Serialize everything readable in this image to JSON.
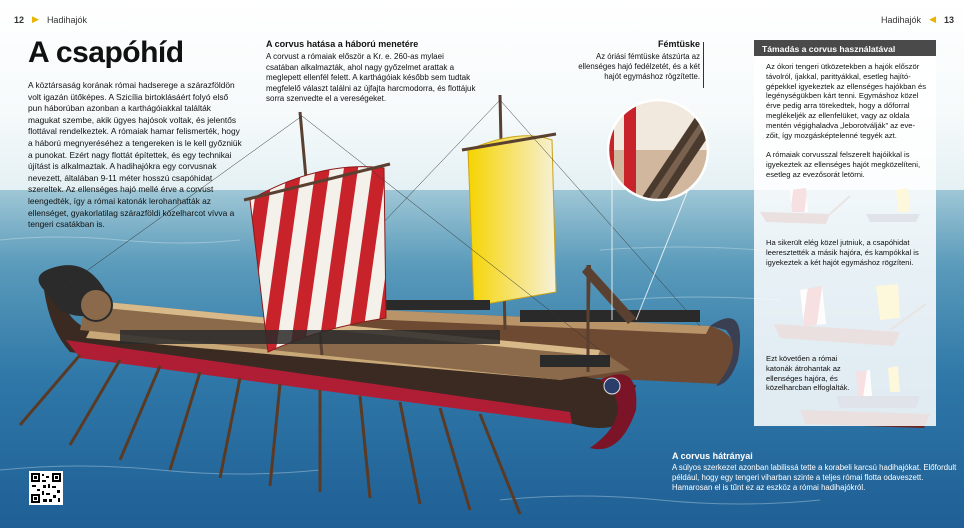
{
  "header": {
    "left_page": "12",
    "left_label": "Hadihajók",
    "right_label": "Hadihajók",
    "right_page": "13"
  },
  "title": "A csapóhíd",
  "intro": "A köztársaság korának római hadserege a szárazföldön volt igazán ütőképes. A Szicília birtoklásáért folyó első pun háborúban azonban a karthágóiakkal találták magukat szembe, akik ügyes hajósok voltak, és jelentős flottával rendelkeztek. A rómaiak hamar felismerték, hogy a háború megnyeréséhez a tengereken is le kell győzniük a punokat. Ezért nagy flottát építettek, és egy technikai újítást is alkalmaztak. A hadihajókra egy corvusnak nevezett, általában 9-11 méter hosszú csapóhidat szereltek. Az ellenséges hajó mellé érve a corvust leengedték, így a római katonák lerohanhatták az ellenséget, gyakorlatilag szárazföldi közelharcot vívva a tengeri csatákban is.",
  "effect": {
    "title": "A corvus hatása a háború menetére",
    "text": "A corvust a rómaiak először a Kr. e. 260-as mylaei csatában alkalmazták, ahol nagy győzelmet arattak a meglepett ellenfél felett. A karthágóiak később sem tudtak megfelelő választ találni az újfajta harcmodorra, és flottájuk sorra szenvedte el a vereségeket."
  },
  "spike": {
    "title": "Fémtüske",
    "text": "Az óriási fémtüske átszúrta az ellenséges hajó fedélzetét, és a két hajót egymáshoz rögzítette."
  },
  "sidebar": {
    "title": "Támadás a corvus használatával",
    "p1": "Az ókori tengeri ütközetekben a hajók először távolról, íjakkal, parittyákkal, esetleg hajító-gépekkel igyekeztek az ellenséges hajókban és legénységükben kárt tenni. Egymáshoz közel érve pedig arra törekedtek, hogy a dőforral meglékeljék az ellenfelüket, vagy az oldala mentén végighaladva „leborotválják” az eve-zőit, így mozgásképtelenné tegyék azt.",
    "p2": "A rómaiak corvusszal felszerelt hajóikkal is igyekeztek az ellenséges hajót megközelíteni, esetleg az evezősorát letörni.",
    "p3": "Ha sikerült elég közel jutniuk, a csapóhidat leeresztették a másik hajóra, és kampókkal is igyekeztek a két hajót egymáshoz rögzíteni.",
    "p4": "Ezt követően a római katonák átrohantak az ellenséges hajóra, és közelharcban elfoglalták."
  },
  "drawbacks": {
    "title": "A corvus hátrányai",
    "text": "A súlyos szerkezet azonban labilissá tette a korabeli karcsú hadihajókat. Előfordult például, hogy egy tengeri viharban szinte a teljes római flotta odaveszett. Hamarosan el is tűnt ez az eszköz a római hadihajókról."
  },
  "colors": {
    "accent_triangle": "#e8b400",
    "sail_red": "#c8232a",
    "sail_yellow": "#f2c200",
    "sidebar_head": "#4a4a4a",
    "hull_dark": "#3a2a22"
  },
  "icons": [
    "page-triangle-icon",
    "qr-code-icon"
  ]
}
